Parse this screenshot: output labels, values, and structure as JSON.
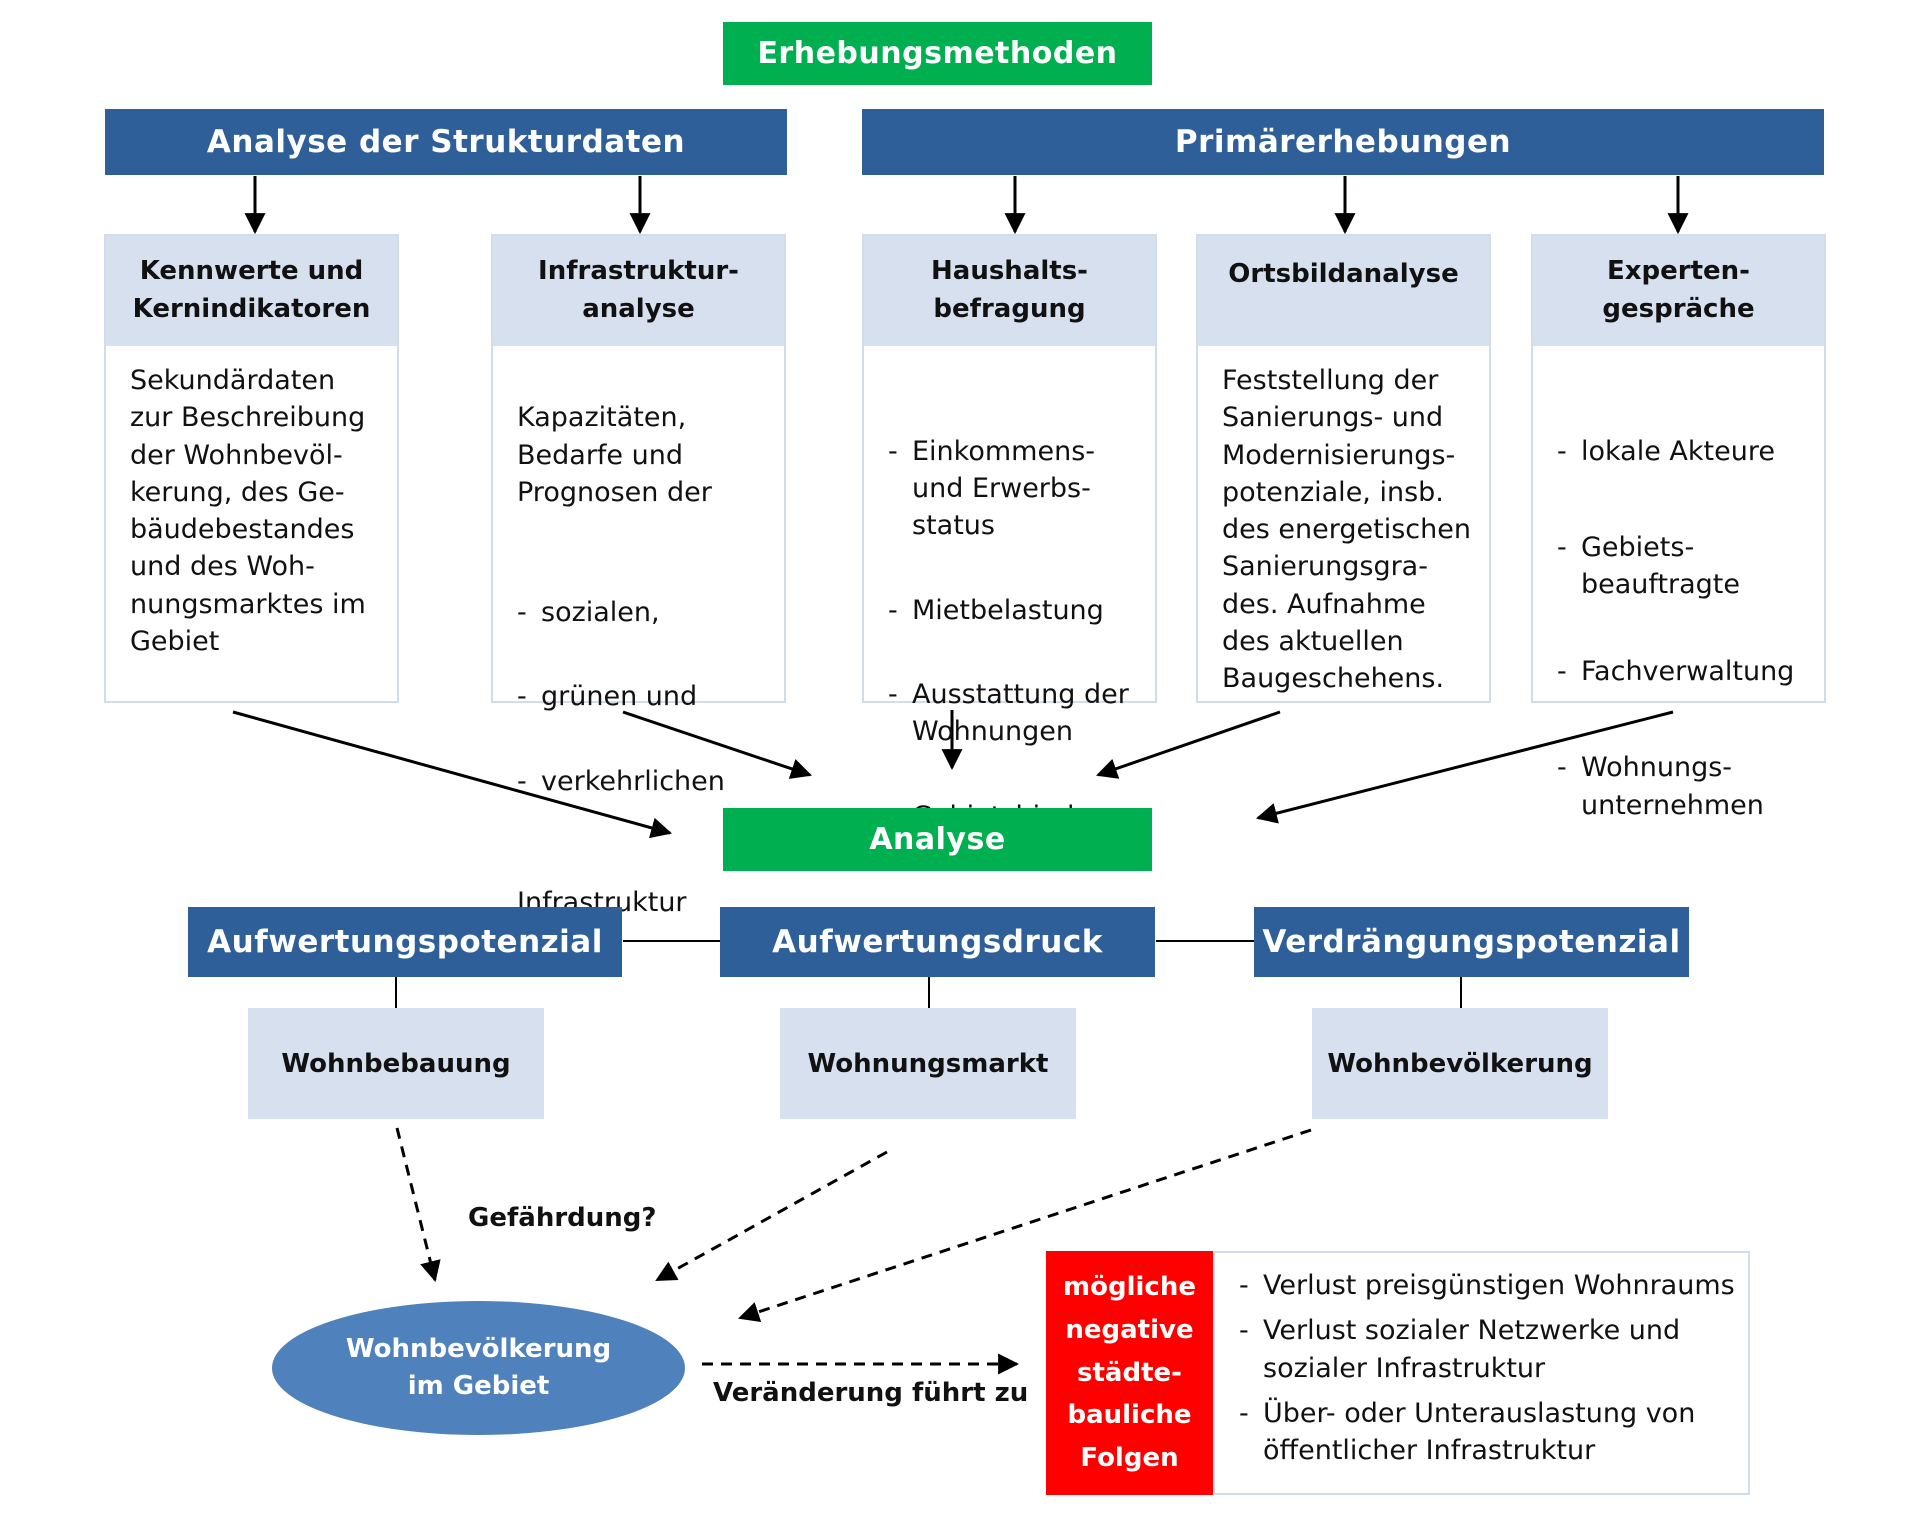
{
  "top": {
    "title": "Erhebungsmethoden"
  },
  "groups": {
    "left": "Analyse der Strukturdaten",
    "right": "Primärerhebungen"
  },
  "cards": [
    {
      "title": "Kennwerte und\nKernindikatoren",
      "body": "Sekundärdaten\nzur Beschreibung\nder Wohnbevöl-\nkerung, des Ge-\nbäudebestandes\nund des Woh-\nnungsmarktes im\nGebiet"
    },
    {
      "title": "Infrastruktur-\nanalyse",
      "intro": "Kapazitäten,\nBedarfe und\nPrognosen der",
      "items": [
        "sozialen,",
        "grünen und",
        "verkehrlichen"
      ],
      "outro": "Infrastruktur"
    },
    {
      "title": "Haushalts-\nbefragung",
      "items": [
        "Einkommens-\nund Erwerbs-\nstatus",
        "Mietbelastung",
        "Ausstattung der\nWohnungen",
        "Gebietsbindung"
      ]
    },
    {
      "title": "Ortsbildanalyse",
      "body": "Feststellung der\nSanierungs- und\nModernisierungs-\npotenziale, insb.\ndes energetischen\nSanierungsgra-\ndes. Aufnahme\ndes aktuellen\nBaugeschehens."
    },
    {
      "title": "Experten-\ngespräche",
      "items": [
        "lokale Akteure",
        "Gebiets-\nbeauftragte",
        "Fachverwaltung",
        "Wohnungs-\nunternehmen"
      ]
    }
  ],
  "analysis": {
    "title": "Analyse"
  },
  "factors": [
    {
      "title": "Aufwertungspotenzial",
      "sub": "Wohnbebauung"
    },
    {
      "title": "Aufwertungsdruck",
      "sub": "Wohnungsmarkt"
    },
    {
      "title": "Verdrängungspotenzial",
      "sub": "Wohnbevölkerung"
    }
  ],
  "bottom": {
    "risk_label": "Gefährdung?",
    "population": "Wohnbevölkerung\nim Gebiet",
    "change_label": "Veränderung führt zu",
    "consequences_title": "mögliche\nnegative\nstädte-\nbauliche\nFolgen",
    "consequences": [
      "Verlust preisgünstigen Wohnraums",
      "Verlust sozialer Netzwerke und\nsozialer Infrastruktur",
      "Über- oder Unterauslastung von\nöffentlicher Infrastruktur"
    ]
  }
}
